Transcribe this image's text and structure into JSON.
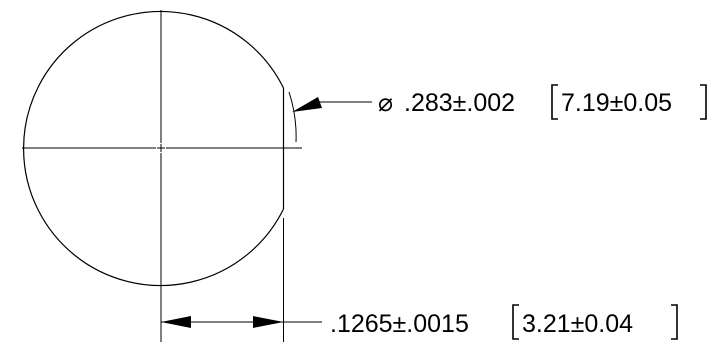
{
  "diameter_callout": {
    "symbol": "⌀",
    "inch_value": ".283±.002",
    "metric_value": "7.19±0.05"
  },
  "width_callout": {
    "inch_value": ".1265±.0015",
    "metric_value": "3.21±0.04"
  },
  "colors": {
    "ink": "#000000",
    "background": "#ffffff"
  }
}
